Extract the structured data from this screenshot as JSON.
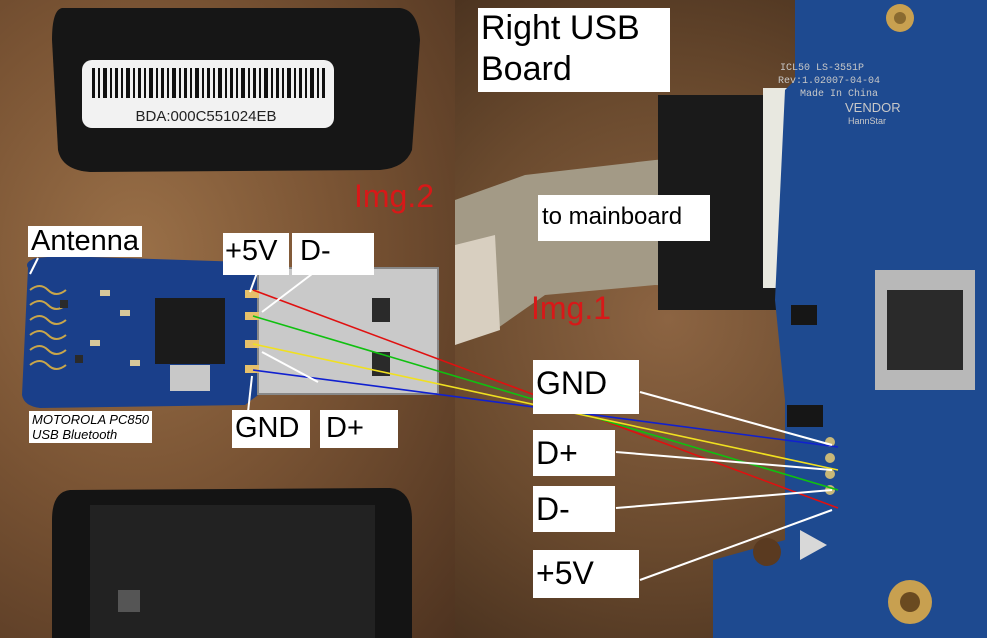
{
  "labels": {
    "barcode_text": "BDA:000C551024EB",
    "img2": "Img.2",
    "img1": "Img.1",
    "antenna": "Antenna",
    "pin_5v_left": "+5V",
    "pin_dminus_left": "D-",
    "pin_gnd_left": "GND",
    "pin_dplus_left": "D+",
    "device_line1": "MOTOROLA PC850",
    "device_line2": "USB Bluetooth",
    "board_title_line1": "Right USB",
    "board_title_line2": "Board",
    "to_mainboard": "to mainboard",
    "pin_gnd_right": "GND",
    "pin_dplus_right": "D+",
    "pin_dminus_right": "D-",
    "pin_5v_right": "+5V"
  },
  "board_silkscreen": {
    "line1": "ICL50 LS-3551P",
    "line2": "Rev:1.02007-04-04",
    "line3": "Made In China",
    "vendor": "VENDOR",
    "brand": "HannStar"
  },
  "wire_colors": {
    "plus5v": "#e01010",
    "dminus": "#10c010",
    "dplus": "#f0e020",
    "gnd": "#1020d0"
  }
}
